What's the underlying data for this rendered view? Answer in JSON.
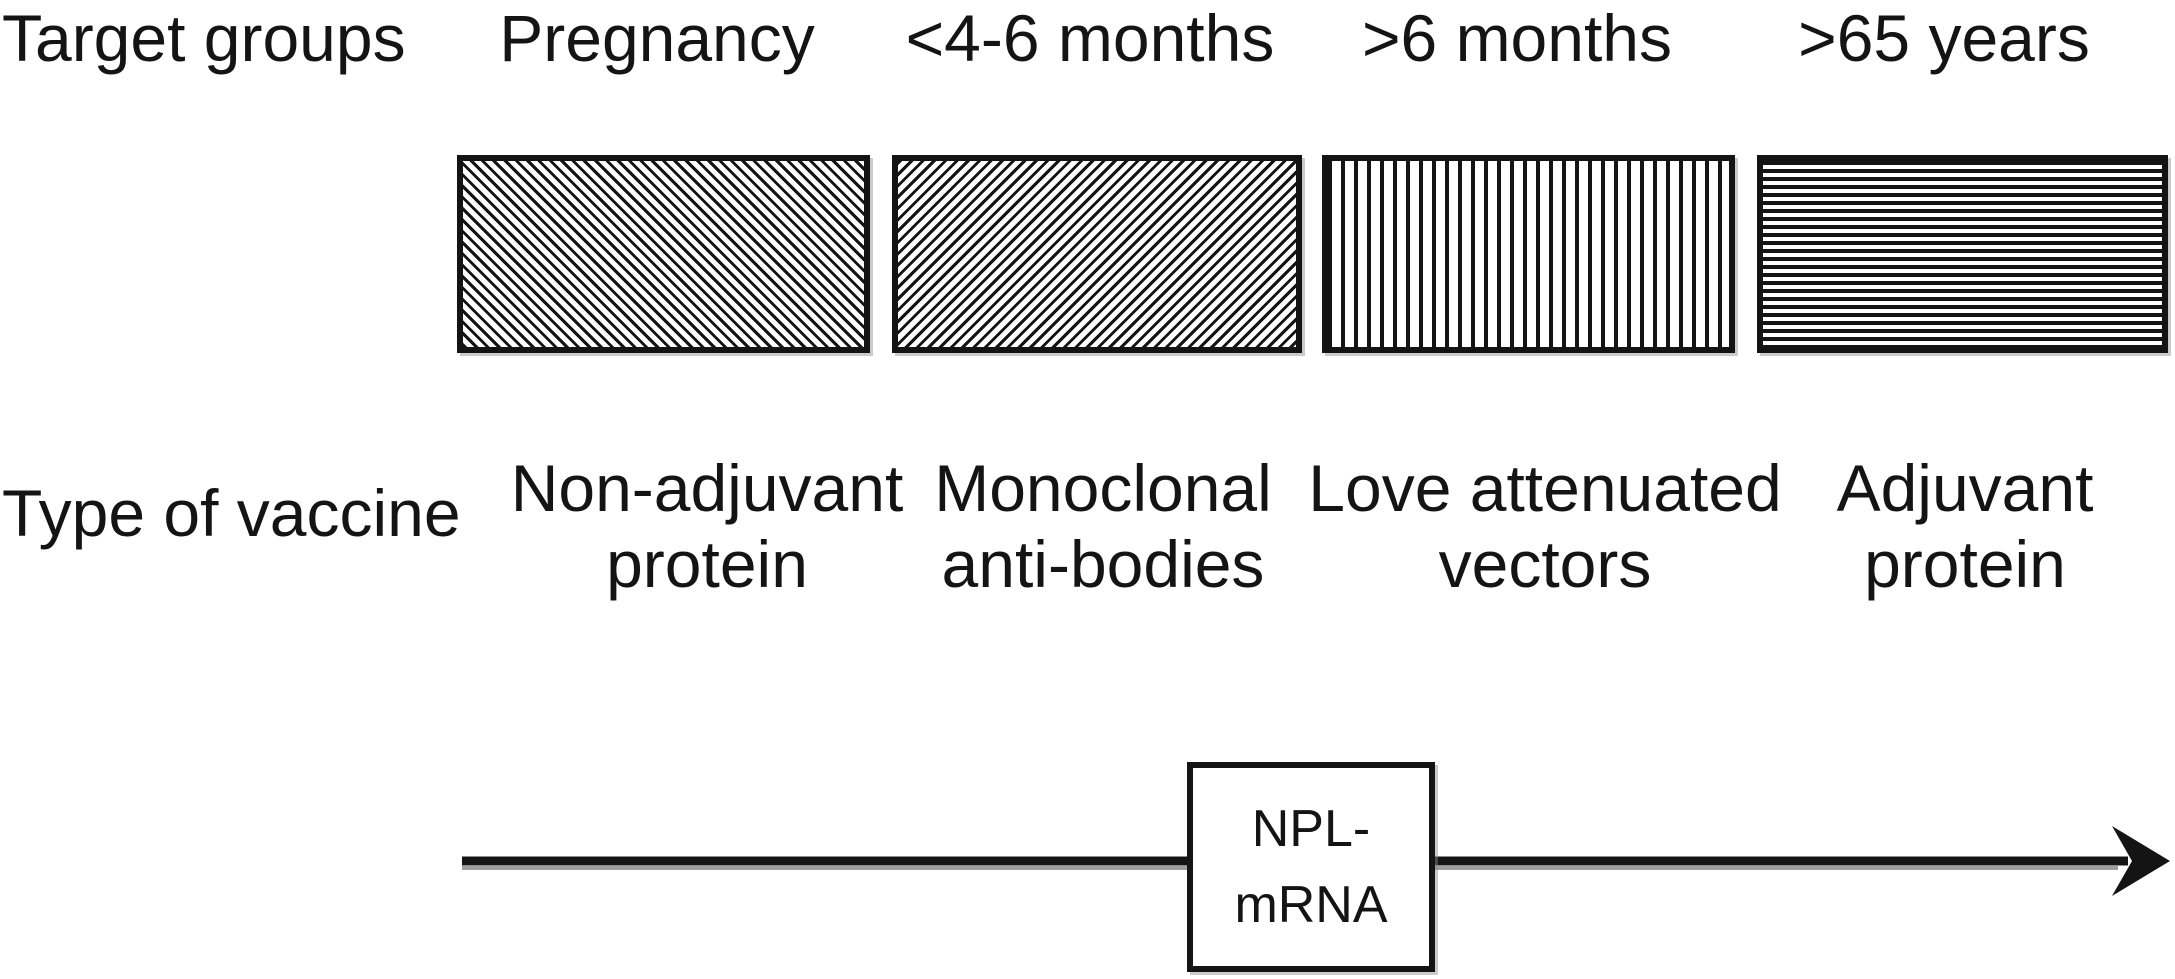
{
  "figure": {
    "background": "#ffffff",
    "ink": "#141414",
    "rows": {
      "target_groups_label": "Target groups",
      "type_of_vaccine_label": "Type of vaccine"
    },
    "columns": [
      {
        "target_group": "Pregnancy",
        "pattern": "diagonal-down",
        "vaccine_line1": "Non-adjuvant",
        "vaccine_line2": "protein"
      },
      {
        "target_group": "<4-6 months",
        "pattern": "diagonal-up",
        "vaccine_line1": "Monoclonal",
        "vaccine_line2": "anti-bodies"
      },
      {
        "target_group": ">6 months",
        "pattern": "vertical",
        "vaccine_line1": "Love attenuated",
        "vaccine_line2": "vectors"
      },
      {
        "target_group": ">65 years",
        "pattern": "horizontal",
        "vaccine_line1": "Adjuvant",
        "vaccine_line2": "protein"
      }
    ],
    "timeline": {
      "box_line1": "NPL-",
      "box_line2": "mRNA"
    }
  }
}
